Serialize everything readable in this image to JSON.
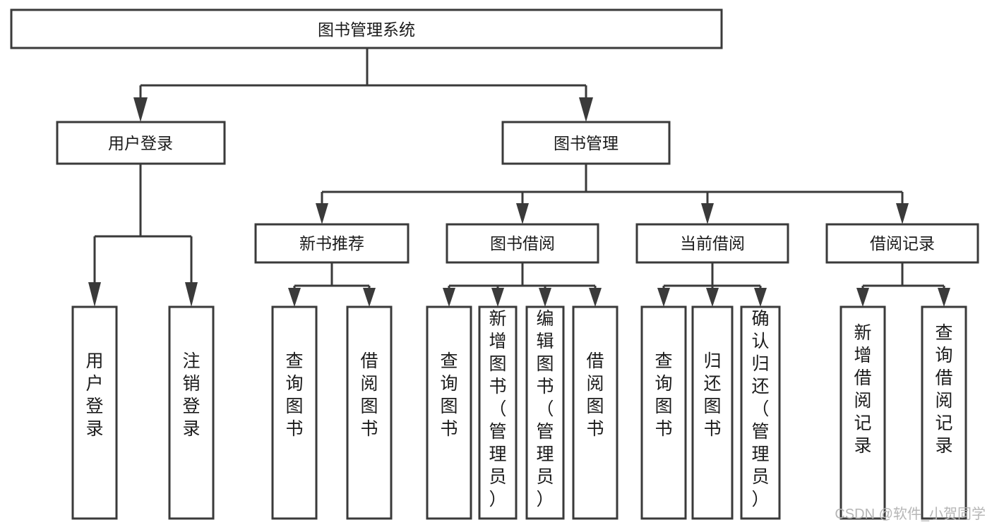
{
  "diagram": {
    "title": "图书管理系统",
    "type": "hierarchy-tree",
    "levels": 4,
    "root": {
      "id": "root",
      "label": "图书管理系统",
      "orientation": "horizontal"
    },
    "level2": [
      {
        "id": "user-login",
        "label": "用户登录",
        "orientation": "horizontal"
      },
      {
        "id": "book-manage",
        "label": "图书管理",
        "orientation": "horizontal"
      }
    ],
    "level3": [
      {
        "id": "new-book-recommend",
        "label": "新书推荐",
        "orientation": "horizontal",
        "parent": "book-manage"
      },
      {
        "id": "book-borrow",
        "label": "图书借阅",
        "orientation": "horizontal",
        "parent": "book-manage"
      },
      {
        "id": "current-borrow",
        "label": "当前借阅",
        "orientation": "horizontal",
        "parent": "book-manage"
      },
      {
        "id": "borrow-record",
        "label": "借阅记录",
        "orientation": "horizontal",
        "parent": "book-manage"
      }
    ],
    "leaves": [
      {
        "id": "leaf-user-login",
        "label": "用户登录",
        "orientation": "vertical",
        "parent": "user-login"
      },
      {
        "id": "leaf-user-logout",
        "label": "注销登录",
        "orientation": "vertical",
        "parent": "user-login"
      },
      {
        "id": "leaf-query-book-1",
        "label": "查询图书",
        "orientation": "vertical",
        "parent": "new-book-recommend"
      },
      {
        "id": "leaf-borrow-book-1",
        "label": "借阅图书",
        "orientation": "vertical",
        "parent": "new-book-recommend"
      },
      {
        "id": "leaf-query-book-2",
        "label": "查询图书",
        "orientation": "vertical",
        "parent": "book-borrow"
      },
      {
        "id": "leaf-add-book",
        "label": "新增图书（管理员）",
        "orientation": "vertical",
        "parent": "book-borrow"
      },
      {
        "id": "leaf-edit-book",
        "label": "编辑图书（管理员）",
        "orientation": "vertical",
        "parent": "book-borrow"
      },
      {
        "id": "leaf-borrow-book-2",
        "label": "借阅图书",
        "orientation": "vertical",
        "parent": "book-borrow"
      },
      {
        "id": "leaf-query-book-3",
        "label": "查询图书",
        "orientation": "vertical",
        "parent": "current-borrow"
      },
      {
        "id": "leaf-return-book",
        "label": "归还图书",
        "orientation": "vertical",
        "parent": "current-borrow"
      },
      {
        "id": "leaf-confirm-return",
        "label": "确认归还（管理员）",
        "orientation": "vertical",
        "parent": "current-borrow"
      },
      {
        "id": "leaf-add-record",
        "label": "新增借阅记录",
        "orientation": "vertical",
        "parent": "borrow-record"
      },
      {
        "id": "leaf-query-record",
        "label": "查询借阅记录",
        "orientation": "vertical",
        "parent": "borrow-record"
      }
    ],
    "colors": {
      "stroke": "#3a3a3a",
      "fill": "#ffffff",
      "text": "#1b1b1b",
      "watermark": "#b6b6b6",
      "background": "#ffffff"
    }
  },
  "watermark": {
    "label": "CSDN @软件_小贺同学"
  }
}
